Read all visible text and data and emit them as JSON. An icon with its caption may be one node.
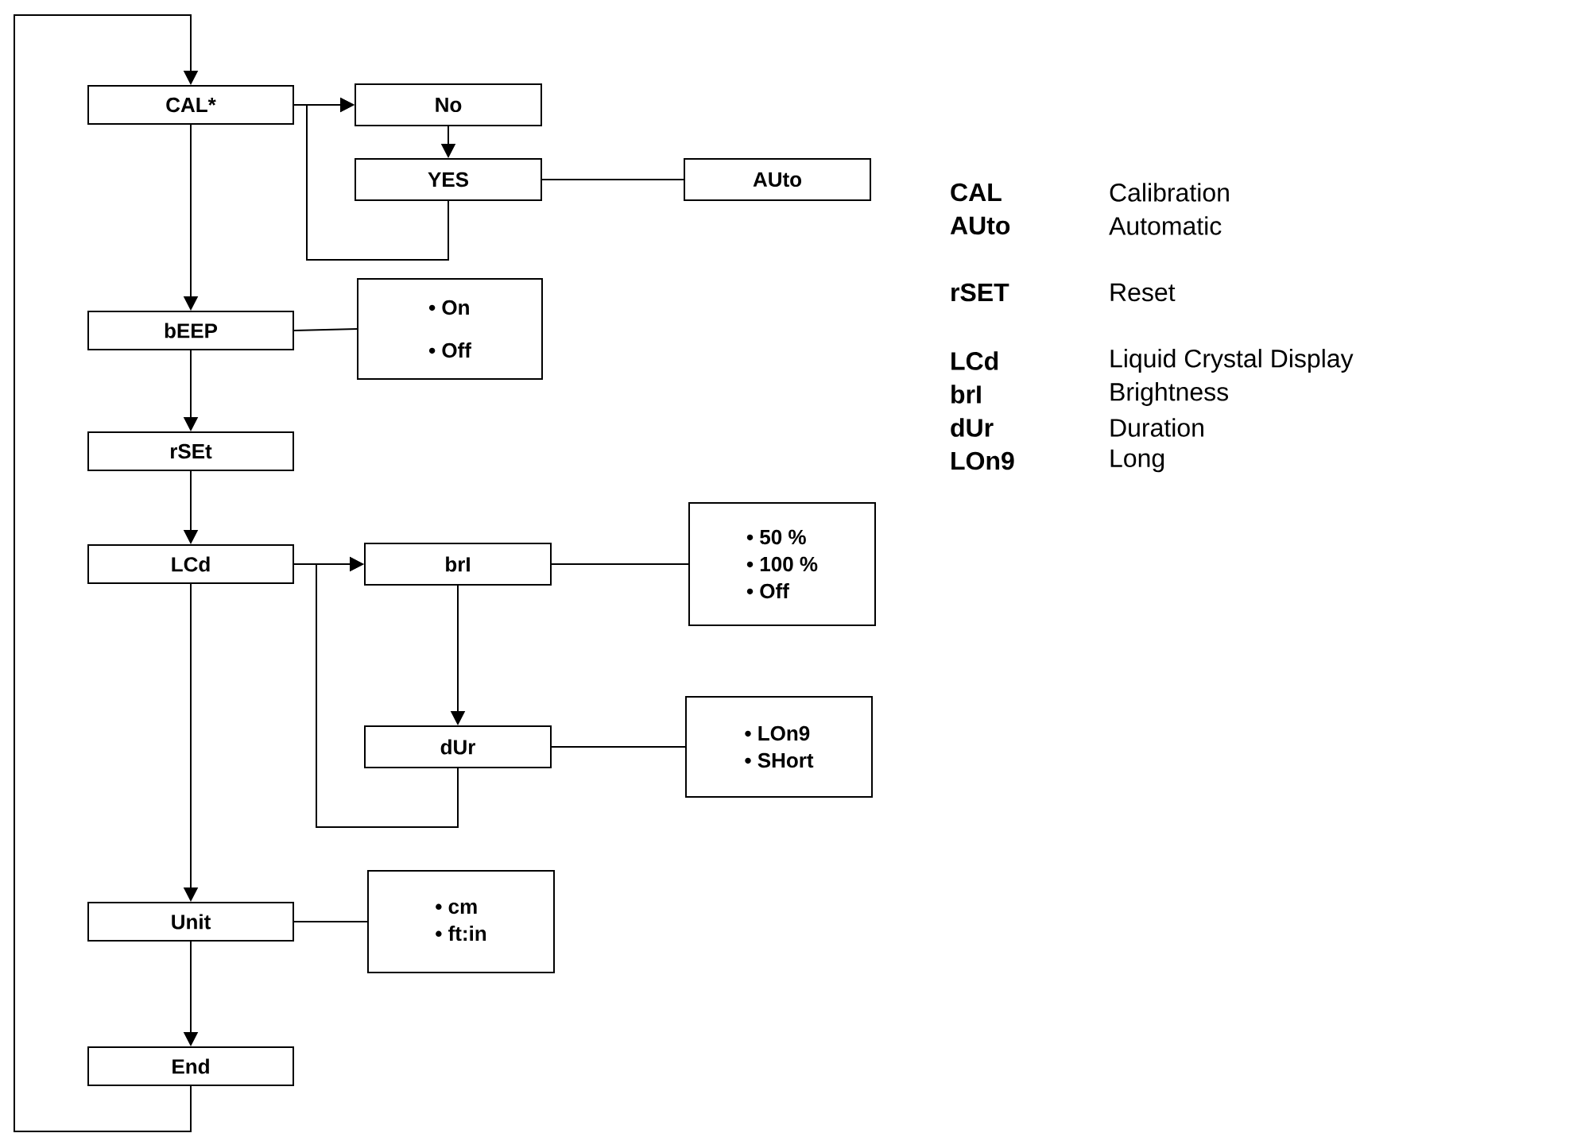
{
  "diagram": {
    "nodes": [
      {
        "text": [
          "CAL*"
        ]
      },
      {
        "text": [
          "No"
        ]
      },
      {
        "text": [
          "YES"
        ]
      },
      {
        "text": [
          "AUto"
        ]
      },
      {
        "text": [
          "bEEP"
        ]
      },
      {
        "text": [
          "• On",
          "• Off"
        ]
      },
      {
        "text": [
          "rSEt"
        ]
      },
      {
        "text": [
          "LCd"
        ]
      },
      {
        "text": [
          "brI"
        ]
      },
      {
        "text": [
          "• 50 %",
          "• 100 %",
          "• Off"
        ]
      },
      {
        "text": [
          "dUr"
        ]
      },
      {
        "text": [
          "• LOn9",
          "• SHort"
        ]
      },
      {
        "text": [
          "Unit"
        ]
      },
      {
        "text": [
          "• cm",
          "• ft:in"
        ]
      },
      {
        "text": [
          "End"
        ]
      }
    ],
    "edges": [
      {
        "from": 0,
        "to": 1,
        "arrow": "to"
      },
      {
        "from": 1,
        "to": 2,
        "arrow": "to"
      },
      {
        "from": 2,
        "to": 3,
        "arrow": "none"
      },
      {
        "from": 2,
        "to": 1,
        "arrow": "to"
      },
      {
        "from": 0,
        "to": 4,
        "arrow": "to"
      },
      {
        "from": 4,
        "to": 5,
        "arrow": "none"
      },
      {
        "from": 4,
        "to": 6,
        "arrow": "to"
      },
      {
        "from": 6,
        "to": 7,
        "arrow": "to"
      },
      {
        "from": 7,
        "to": 8,
        "arrow": "to"
      },
      {
        "from": 8,
        "to": 9,
        "arrow": "none"
      },
      {
        "from": 8,
        "to": 10,
        "arrow": "to"
      },
      {
        "from": 10,
        "to": 11,
        "arrow": "none"
      },
      {
        "from": 10,
        "to": 8,
        "arrow": "to"
      },
      {
        "from": 7,
        "to": 12,
        "arrow": "to"
      },
      {
        "from": 12,
        "to": 13,
        "arrow": "none"
      },
      {
        "from": 12,
        "to": 14,
        "arrow": "to"
      },
      {
        "from": 14,
        "to": 0,
        "arrow": "to"
      }
    ],
    "labels": [
      "CAL",
      "Calibration",
      "AUto",
      "Automatic",
      "rSET",
      "Reset",
      "LCd",
      "Liquid Crystal Display",
      "brI",
      "Brightness",
      "dUr",
      "Duration",
      "LOn9",
      "Long"
    ]
  }
}
